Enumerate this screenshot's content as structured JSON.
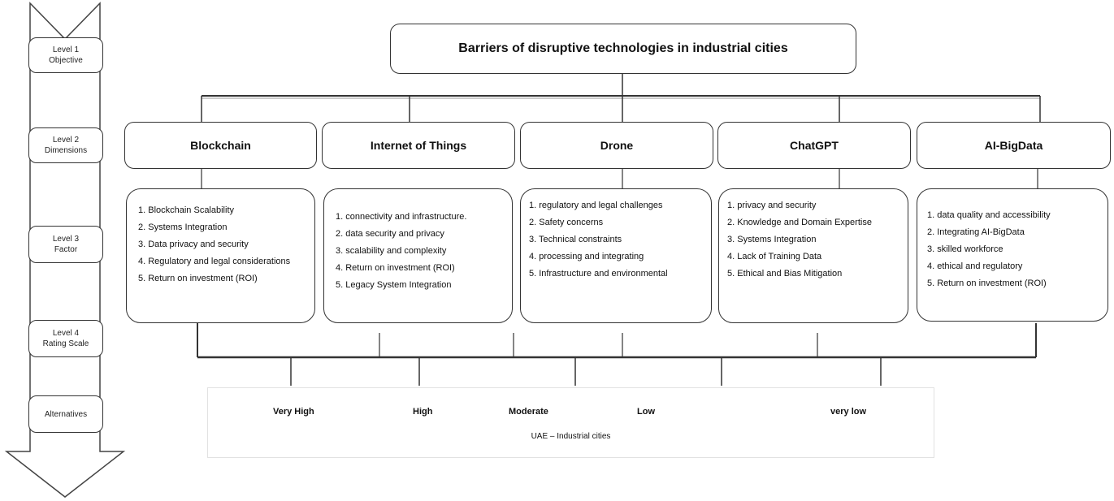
{
  "title": "Barriers of disruptive technologies in industrial cities",
  "levels": [
    {
      "line1": "Level 1",
      "line2": "Objective"
    },
    {
      "line1": "Level 2",
      "line2": "Dimensions"
    },
    {
      "line1": "Level 3",
      "line2": "Factor"
    },
    {
      "line1": "Level 4",
      "line2": "Rating Scale"
    },
    {
      "line1": "Alternatives",
      "line2": ""
    }
  ],
  "dimensions": [
    {
      "name": "Blockchain",
      "factors": [
        "1. Blockchain Scalability",
        "2. Systems Integration",
        "3. Data privacy and security",
        "4. Regulatory and legal considerations",
        "5. Return on investment (ROI)"
      ]
    },
    {
      "name": "Internet of Things",
      "factors": [
        "1. connectivity and infrastructure.",
        "2. data security and privacy",
        "3. scalability and complexity",
        "4. Return on investment (ROI)",
        "5. Legacy System Integration"
      ]
    },
    {
      "name": "Drone",
      "factors": [
        "1. regulatory and legal challenges",
        "2. Safety concerns",
        "3. Technical constraints",
        "4. processing and integrating",
        "5. Infrastructure and environmental"
      ]
    },
    {
      "name": "ChatGPT",
      "factors": [
        "1. privacy and security",
        "2. Knowledge and Domain Expertise",
        "3. Systems Integration",
        "4. Lack of Training Data",
        "5. Ethical and Bias Mitigation"
      ]
    },
    {
      "name": "AI-BigData",
      "factors": [
        "1. data quality and accessibility",
        "2. Integrating AI-BigData",
        "3. skilled workforce",
        "4. ethical and regulatory",
        "5. Return on investment (ROI)"
      ]
    }
  ],
  "rating_scale": [
    "Very High",
    "High",
    "Moderate",
    "Low",
    "very low"
  ],
  "alternatives_caption": "UAE – Industrial cities",
  "colors": {
    "line": "#333333",
    "border": "#333333",
    "panel_border": "#e2e2e2"
  }
}
